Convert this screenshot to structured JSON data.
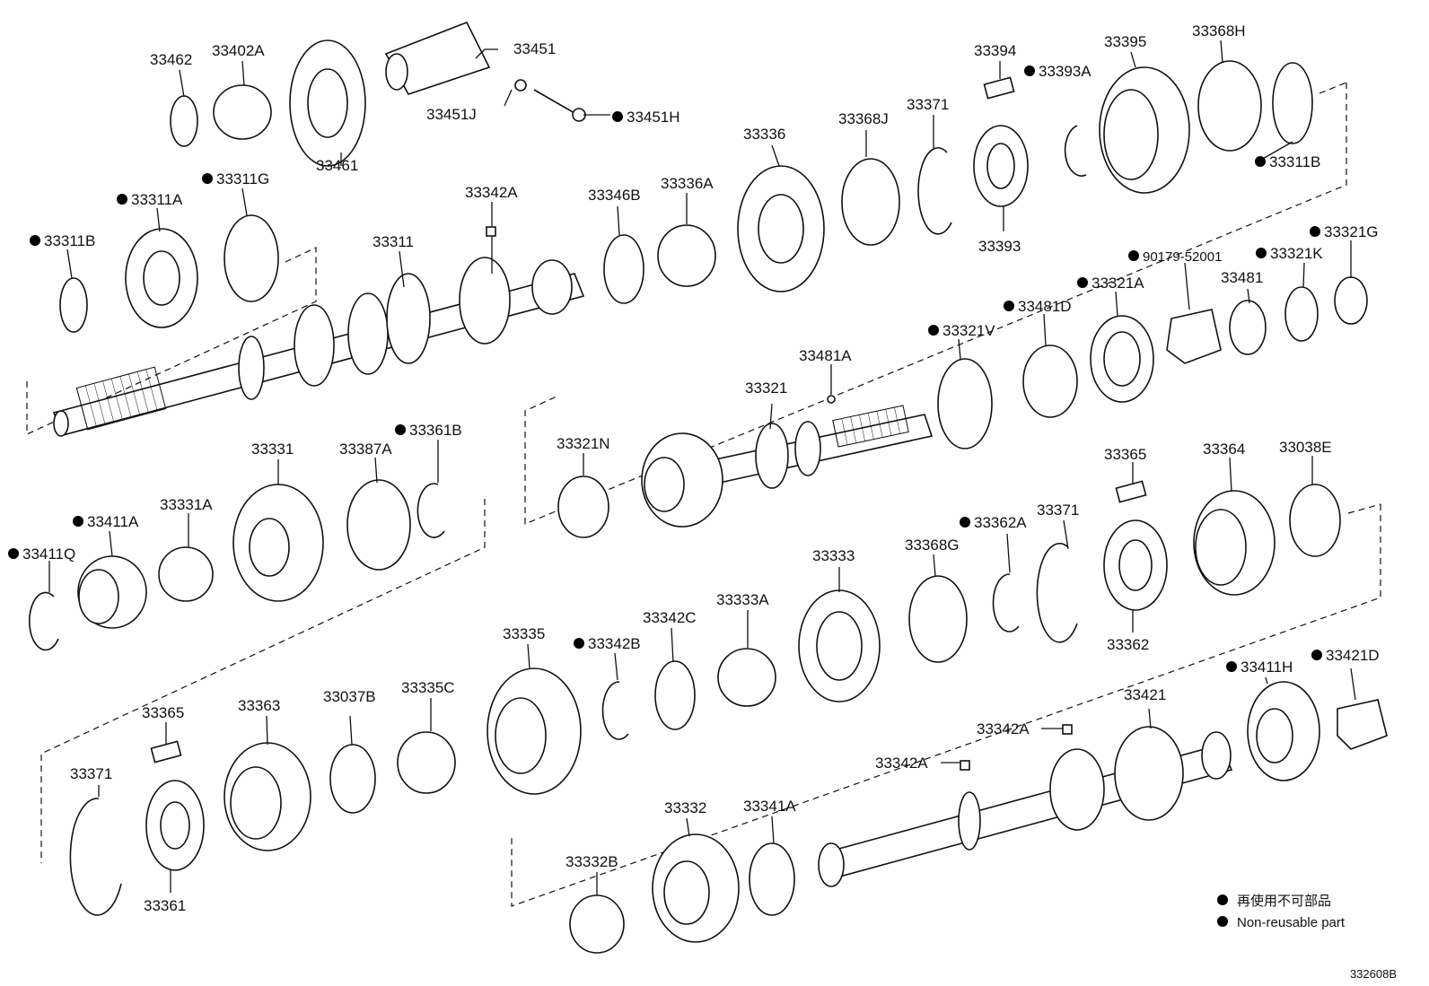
{
  "parts": [
    {
      "id": "p1",
      "label": "33462",
      "nonreusable": false
    },
    {
      "id": "p2",
      "label": "33402A",
      "nonreusable": false
    },
    {
      "id": "p3",
      "label": "33461",
      "nonreusable": false
    },
    {
      "id": "p4",
      "label": "33451",
      "nonreusable": false
    },
    {
      "id": "p5",
      "label": "33451J",
      "nonreusable": false
    },
    {
      "id": "p6",
      "label": "33451H",
      "nonreusable": true
    },
    {
      "id": "p7",
      "label": "33394",
      "nonreusable": false
    },
    {
      "id": "p8",
      "label": "33393A",
      "nonreusable": true
    },
    {
      "id": "p9",
      "label": "33395",
      "nonreusable": false
    },
    {
      "id": "p10",
      "label": "33368H",
      "nonreusable": false
    },
    {
      "id": "p11",
      "label": "33311B",
      "nonreusable": true
    },
    {
      "id": "p12",
      "label": "33336",
      "nonreusable": false
    },
    {
      "id": "p13",
      "label": "33368J",
      "nonreusable": false
    },
    {
      "id": "p14",
      "label": "33371",
      "nonreusable": false
    },
    {
      "id": "p15",
      "label": "33393",
      "nonreusable": false
    },
    {
      "id": "p16",
      "label": "33311A",
      "nonreusable": true
    },
    {
      "id": "p17",
      "label": "33311G",
      "nonreusable": true
    },
    {
      "id": "p18",
      "label": "33342A",
      "nonreusable": false
    },
    {
      "id": "p19",
      "label": "33346B",
      "nonreusable": false
    },
    {
      "id": "p20",
      "label": "33336A",
      "nonreusable": false
    },
    {
      "id": "p21",
      "label": "33311B",
      "nonreusable": true
    },
    {
      "id": "p22",
      "label": "33311",
      "nonreusable": false
    },
    {
      "id": "p23",
      "label": "33321G",
      "nonreusable": true
    },
    {
      "id": "p24",
      "label": "90179-52001",
      "nonreusable": true
    },
    {
      "id": "p25",
      "label": "33321K",
      "nonreusable": true
    },
    {
      "id": "p26",
      "label": "33321A",
      "nonreusable": true
    },
    {
      "id": "p27",
      "label": "33481",
      "nonreusable": false
    },
    {
      "id": "p28",
      "label": "33481D",
      "nonreusable": true
    },
    {
      "id": "p29",
      "label": "33321V",
      "nonreusable": true
    },
    {
      "id": "p30",
      "label": "33481A",
      "nonreusable": false
    },
    {
      "id": "p31",
      "label": "33321",
      "nonreusable": false
    },
    {
      "id": "p32",
      "label": "33321N",
      "nonreusable": false
    },
    {
      "id": "p33",
      "label": "33331",
      "nonreusable": false
    },
    {
      "id": "p34",
      "label": "33387A",
      "nonreusable": false
    },
    {
      "id": "p35",
      "label": "33361B",
      "nonreusable": true
    },
    {
      "id": "p36",
      "label": "33411A",
      "nonreusable": true
    },
    {
      "id": "p37",
      "label": "33331A",
      "nonreusable": false
    },
    {
      "id": "p38",
      "label": "33411Q",
      "nonreusable": true
    },
    {
      "id": "p39",
      "label": "33365",
      "nonreusable": false
    },
    {
      "id": "p40",
      "label": "33364",
      "nonreusable": false
    },
    {
      "id": "p41",
      "label": "33038E",
      "nonreusable": false
    },
    {
      "id": "p42",
      "label": "33333",
      "nonreusable": false
    },
    {
      "id": "p43",
      "label": "33368G",
      "nonreusable": false
    },
    {
      "id": "p44",
      "label": "33362A",
      "nonreusable": true
    },
    {
      "id": "p45",
      "label": "33371",
      "nonreusable": false
    },
    {
      "id": "p46",
      "label": "33362",
      "nonreusable": false
    },
    {
      "id": "p47",
      "label": "33335",
      "nonreusable": false
    },
    {
      "id": "p48",
      "label": "33342B",
      "nonreusable": true
    },
    {
      "id": "p49",
      "label": "33342C",
      "nonreusable": false
    },
    {
      "id": "p50",
      "label": "33333A",
      "nonreusable": false
    },
    {
      "id": "p51",
      "label": "33411H",
      "nonreusable": true
    },
    {
      "id": "p52",
      "label": "33421D",
      "nonreusable": true
    },
    {
      "id": "p53",
      "label": "33421",
      "nonreusable": false
    },
    {
      "id": "p54",
      "label": "33342A",
      "nonreusable": false
    },
    {
      "id": "p55",
      "label": "33342A",
      "nonreusable": false
    },
    {
      "id": "p56",
      "label": "33365",
      "nonreusable": false
    },
    {
      "id": "p57",
      "label": "33363",
      "nonreusable": false
    },
    {
      "id": "p58",
      "label": "33037B",
      "nonreusable": false
    },
    {
      "id": "p59",
      "label": "33335C",
      "nonreusable": false
    },
    {
      "id": "p60",
      "label": "33371",
      "nonreusable": false
    },
    {
      "id": "p61",
      "label": "33361",
      "nonreusable": false
    },
    {
      "id": "p62",
      "label": "33332",
      "nonreusable": false
    },
    {
      "id": "p63",
      "label": "33341A",
      "nonreusable": false
    },
    {
      "id": "p64",
      "label": "33332B",
      "nonreusable": false
    }
  ],
  "legend": {
    "line1": "再使用不可部品",
    "line2": "Non-reusable part"
  },
  "doc_id": "332608B"
}
